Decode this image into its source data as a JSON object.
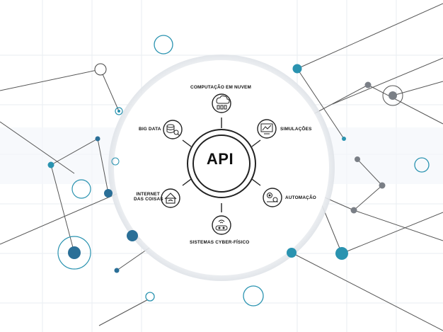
{
  "center": {
    "label": "API"
  },
  "nodes": [
    {
      "id": "cloud",
      "label_lines": [
        "COMPUTAÇÃO EM NUVEM"
      ],
      "icon": "cloud-computing-icon"
    },
    {
      "id": "simulations",
      "label_lines": [
        "SIMULAÇÕES"
      ],
      "icon": "simulation-screen-icon"
    },
    {
      "id": "automation",
      "label_lines": [
        "AUTOMAÇÃO"
      ],
      "icon": "automation-gears-icon"
    },
    {
      "id": "cps",
      "label_lines": [
        "SISTEMAS CYBER-FÍSICO"
      ],
      "icon": "cyber-physical-device-icon"
    },
    {
      "id": "iot",
      "label_lines": [
        "INTERNET",
        "DAS COISAS"
      ],
      "icon": "smart-home-icon"
    },
    {
      "id": "bigdata",
      "label_lines": [
        "BIG DATA"
      ],
      "icon": "big-data-icon"
    }
  ],
  "colors": {
    "accent_teal": "#2a93b0",
    "accent_gray": "#7a7f86",
    "line": "#333333",
    "grid": "#e8edf2"
  }
}
